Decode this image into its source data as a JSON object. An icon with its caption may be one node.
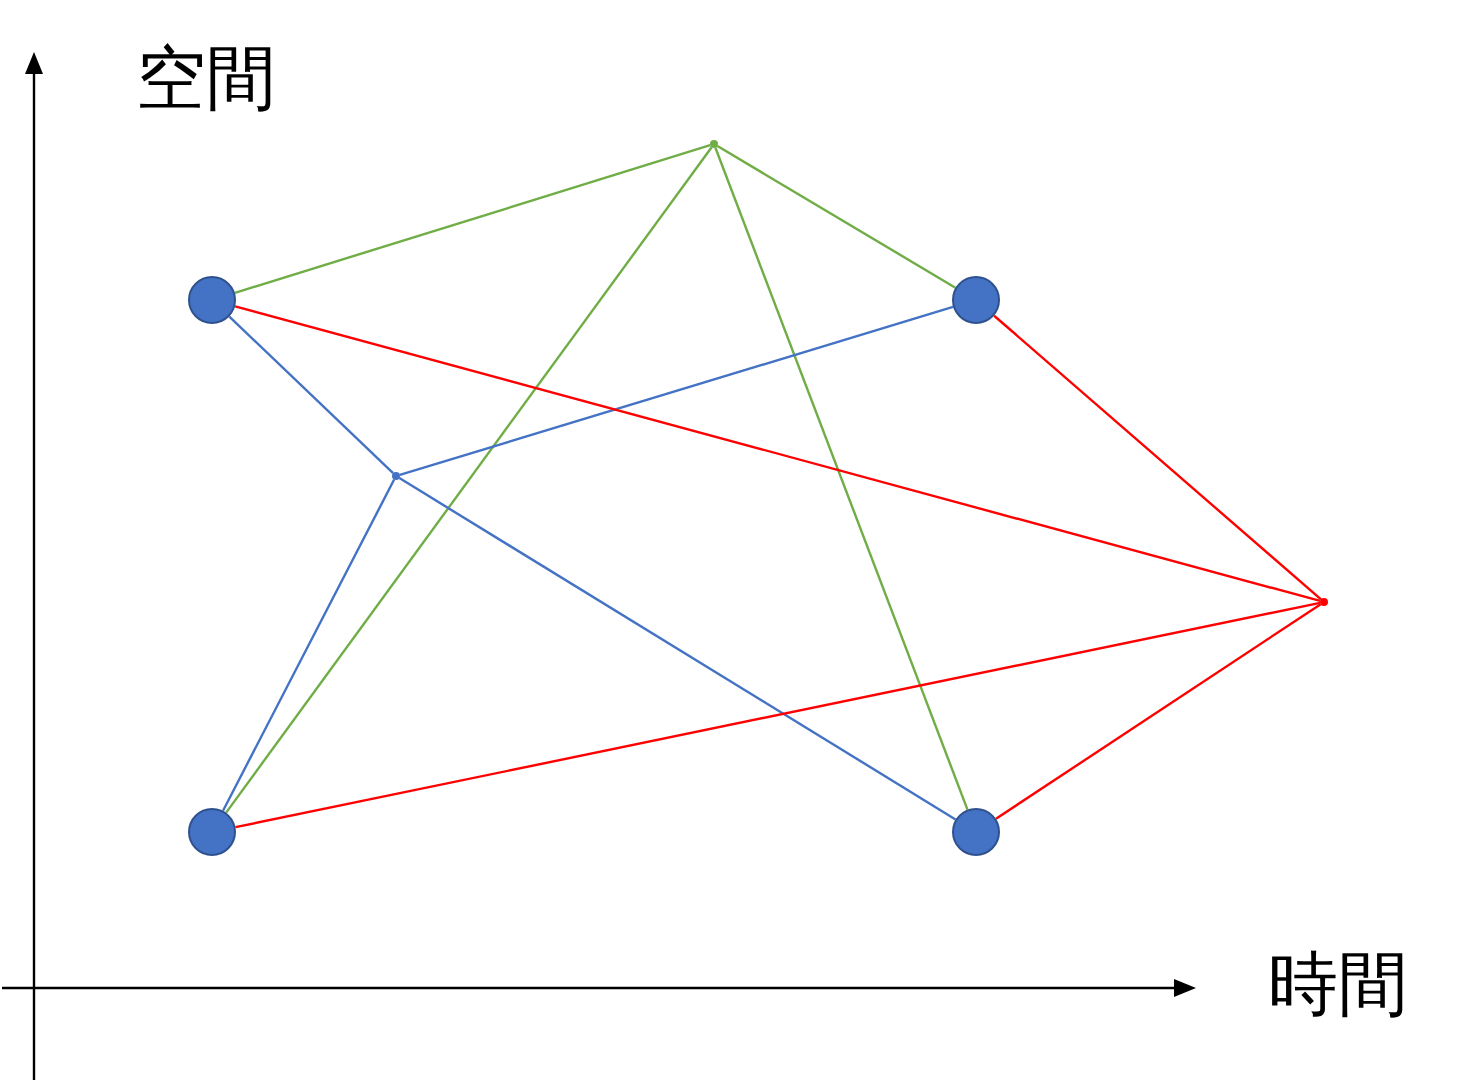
{
  "diagram": {
    "nodes": [
      {
        "text": [],
        "shape": "point"
      },
      {
        "text": [],
        "shape": "circle"
      },
      {
        "text": [],
        "shape": "circle"
      },
      {
        "text": [],
        "shape": "point"
      },
      {
        "text": [],
        "shape": "point"
      },
      {
        "text": [],
        "shape": "circle"
      },
      {
        "text": [],
        "shape": "circle"
      }
    ],
    "edges": [
      {
        "from": 1,
        "to": 0,
        "arrow": "none",
        "color": "#70ad47"
      },
      {
        "from": 2,
        "to": 0,
        "arrow": "none",
        "color": "#70ad47"
      },
      {
        "from": 5,
        "to": 0,
        "arrow": "none",
        "color": "#70ad47"
      },
      {
        "from": 6,
        "to": 0,
        "arrow": "none",
        "color": "#70ad47"
      },
      {
        "from": 1,
        "to": 3,
        "arrow": "none",
        "color": "#4472c4"
      },
      {
        "from": 2,
        "to": 3,
        "arrow": "none",
        "color": "#4472c4"
      },
      {
        "from": 5,
        "to": 3,
        "arrow": "none",
        "color": "#4472c4"
      },
      {
        "from": 6,
        "to": 3,
        "arrow": "none",
        "color": "#4472c4"
      },
      {
        "from": 1,
        "to": 4,
        "arrow": "none",
        "color": "#ff0000"
      },
      {
        "from": 2,
        "to": 4,
        "arrow": "none",
        "color": "#ff0000"
      },
      {
        "from": 5,
        "to": 4,
        "arrow": "none",
        "color": "#ff0000"
      },
      {
        "from": 6,
        "to": 4,
        "arrow": "none",
        "color": "#ff0000"
      }
    ],
    "labels": [
      "空間",
      "時間"
    ]
  }
}
